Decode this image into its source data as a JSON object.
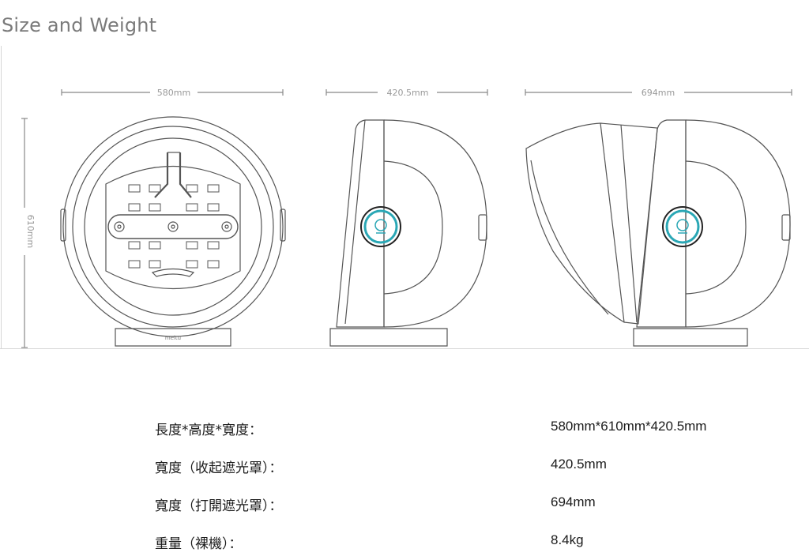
{
  "title": "Size and Weight",
  "drawing": {
    "front_width": "580mm",
    "height": "610mm",
    "side_depth_closed": "420.5mm",
    "side_depth_open": "694mm",
    "brand_mark": "meitu",
    "accent_color": "#2aa7b5"
  },
  "specs": [
    {
      "label": "長度*高度*寬度：",
      "value": "580mm*610mm*420.5mm"
    },
    {
      "label": "寬度（收起遮光罩）：",
      "value": "420.5mm"
    },
    {
      "label": "寬度（打開遮光罩）：",
      "value": "694mm"
    },
    {
      "label": "重量（裸機）：",
      "value": "8.4kg"
    }
  ]
}
